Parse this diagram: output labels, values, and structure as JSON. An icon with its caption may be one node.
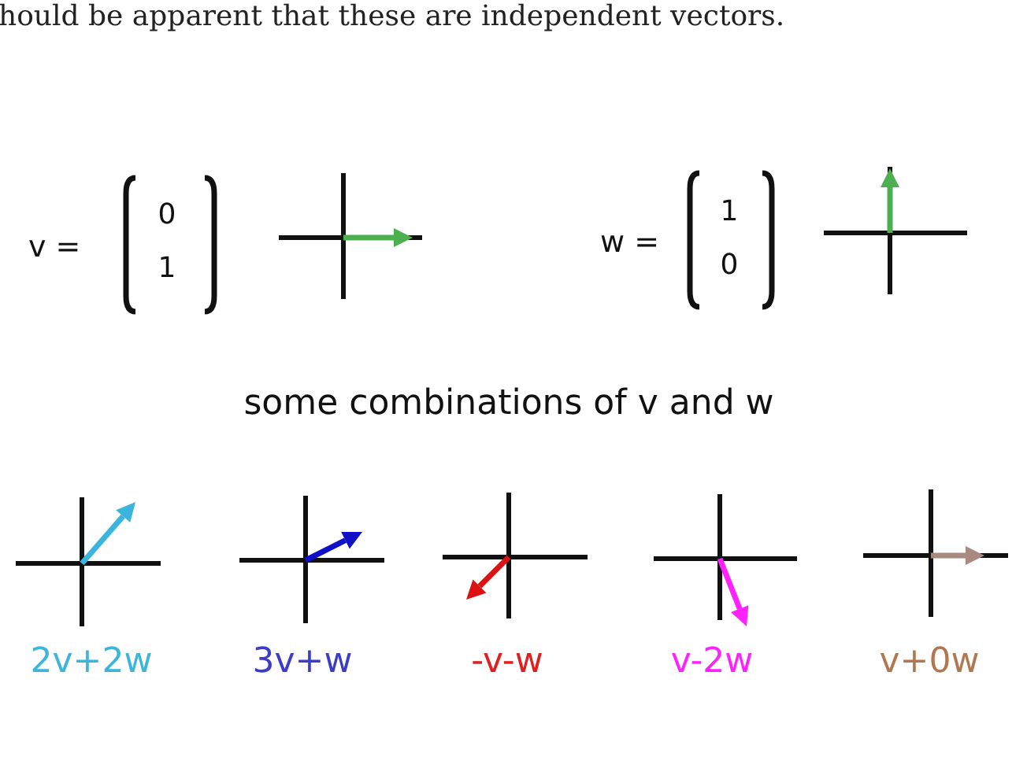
{
  "diagram": {
    "labels": [
      "hould be apparent that these are independent vectors.",
      "v =",
      "0",
      "1",
      "w =",
      "1",
      "0",
      "some combinations of v and w",
      "2v+2w",
      "3v+w",
      "-v-w",
      "v-2w",
      "v+0w"
    ]
  }
}
